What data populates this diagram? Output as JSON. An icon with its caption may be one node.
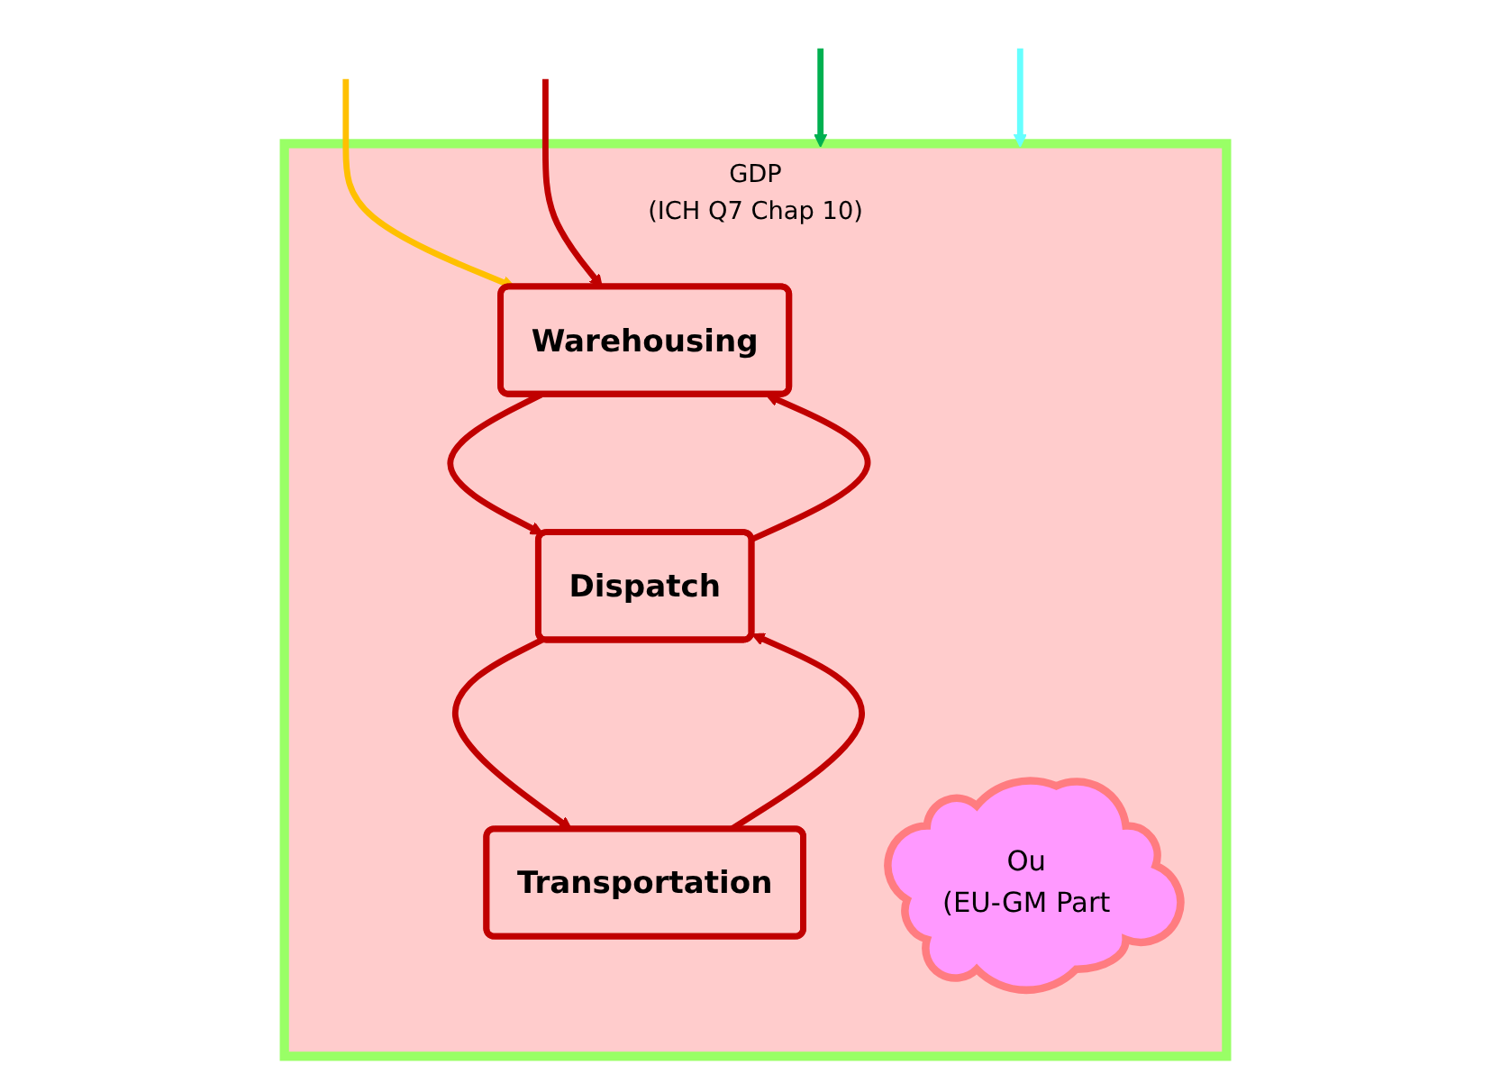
{
  "diagram": {
    "nodes": [
      {
        "text": [
          "GDP",
          "(ICH Q7 Chap 10)"
        ]
      },
      {
        "text": [
          "Warehousing"
        ],
        "in": 0
      },
      {
        "text": [
          "Dispatch"
        ],
        "in": 0
      },
      {
        "text": [
          "Transportation"
        ],
        "in": 0
      },
      {
        "text": [
          "Ou",
          "(EU-GM Part"
        ],
        "in": 0
      }
    ],
    "edges": [
      {
        "from": null,
        "to": 0,
        "arrow": "to",
        "color": "#00b050"
      },
      {
        "from": null,
        "to": 1,
        "arrow": "to",
        "color": "#ffc000"
      },
      {
        "from": null,
        "to": 1,
        "arrow": "to"
      },
      {
        "from": null,
        "to": 0,
        "arrow": "to",
        "color": "#66ffff"
      },
      {
        "from": 1,
        "to": 2,
        "arrow": "to"
      },
      {
        "from": 2,
        "to": 1,
        "arrow": "to"
      },
      {
        "from": 2,
        "to": 3,
        "arrow": "to"
      },
      {
        "from": 3,
        "to": 2,
        "arrow": "to"
      }
    ]
  }
}
